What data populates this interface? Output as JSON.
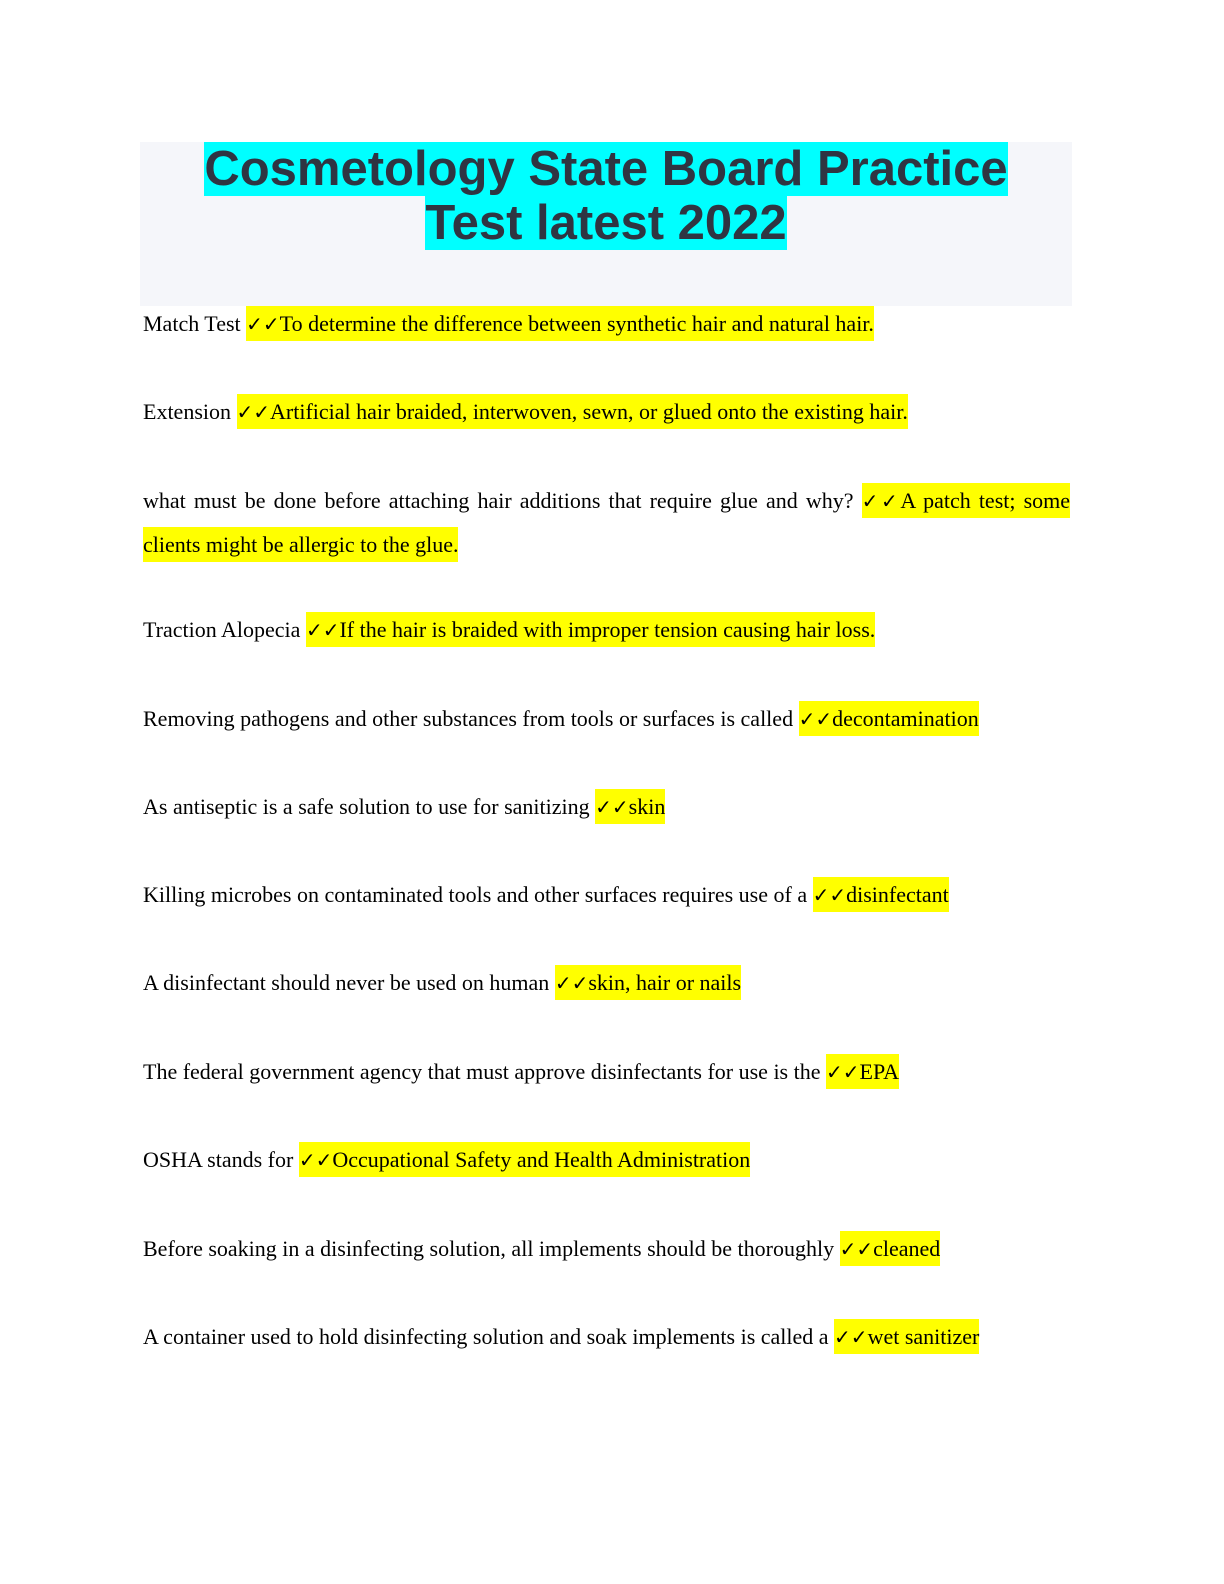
{
  "title": "Cosmetology State Board Practice Test latest 2022",
  "check": "✓✓",
  "items": [
    {
      "q": "Match Test",
      "a": "To determine the difference between synthetic hair and natural hair."
    },
    {
      "q": "Extension",
      "a": "Artificial hair braided, interwoven, sewn, or glued onto the existing hair."
    },
    {
      "q": "what must be done before attaching hair additions that require glue and why?",
      "a": "A patch test; some clients might be allergic to the glue."
    },
    {
      "q": "Traction Alopecia",
      "a": "If the hair is braided with improper tension causing hair loss."
    },
    {
      "q": "Removing pathogens and other substances from tools or surfaces is called",
      "a": "decontamination"
    },
    {
      "q": "As antiseptic is a safe solution to use for sanitizing",
      "a": "skin"
    },
    {
      "q": "Killing microbes on contaminated tools and other surfaces requires use of a",
      "a": "disinfectant"
    },
    {
      "q": "A disinfectant should never be used on human",
      "a": "skin, hair or nails"
    },
    {
      "q": "The federal government agency that must approve disinfectants for use is the",
      "a": "EPA"
    },
    {
      "q": "OSHA stands for",
      "a": "Occupational Safety and Health Administration"
    },
    {
      "q": "Before soaking in a disinfecting solution, all implements should be thoroughly",
      "a": "cleaned"
    },
    {
      "q": "A container used to hold disinfecting solution and soak implements is called a",
      "a": "wet sanitizer"
    }
  ]
}
